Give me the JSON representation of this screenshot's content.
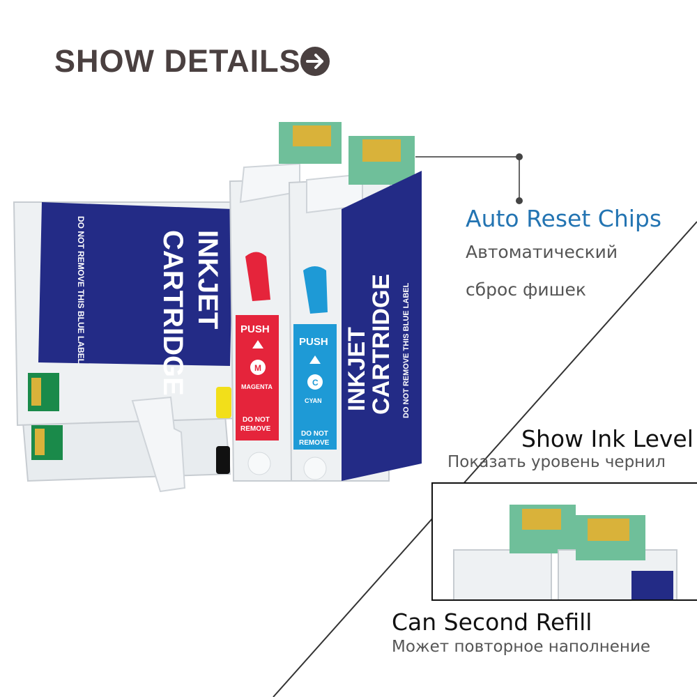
{
  "headline": {
    "text": "SHOW DETAILS",
    "arrow_icon": "arrow-right-circle-icon"
  },
  "features": {
    "chips": {
      "title": "Auto Reset Chips",
      "ru_line1": "Автоматический",
      "ru_line2": "сброс фишек"
    },
    "ink_level": {
      "title": "Show Ink Level",
      "ru": "Показать уровень чернил"
    },
    "refill": {
      "title": "Can Second Refill",
      "ru": "Может повторное наполнение"
    }
  },
  "cartridges": {
    "label_main": "INKJET",
    "label_sub": "CARTRIDGE",
    "warning": "DO NOT REMOVE THIS BLUE LABEL",
    "magenta": {
      "push": "PUSH",
      "letter": "M",
      "name": "MAGENTA",
      "note1": "DO NOT",
      "note2": "REMOVE"
    },
    "cyan": {
      "push": "PUSH",
      "letter": "C",
      "name": "CYAN",
      "note1": "DO NOT",
      "note2": "REMOVE"
    }
  },
  "colors": {
    "headline": "#4a4040",
    "accent_blue": "#2374b2",
    "label_navy": "#232b86",
    "magenta": "#e5243b",
    "cyan": "#1e9ad6",
    "chip_green": "#1a8a4a",
    "gold": "#d9b23a"
  }
}
